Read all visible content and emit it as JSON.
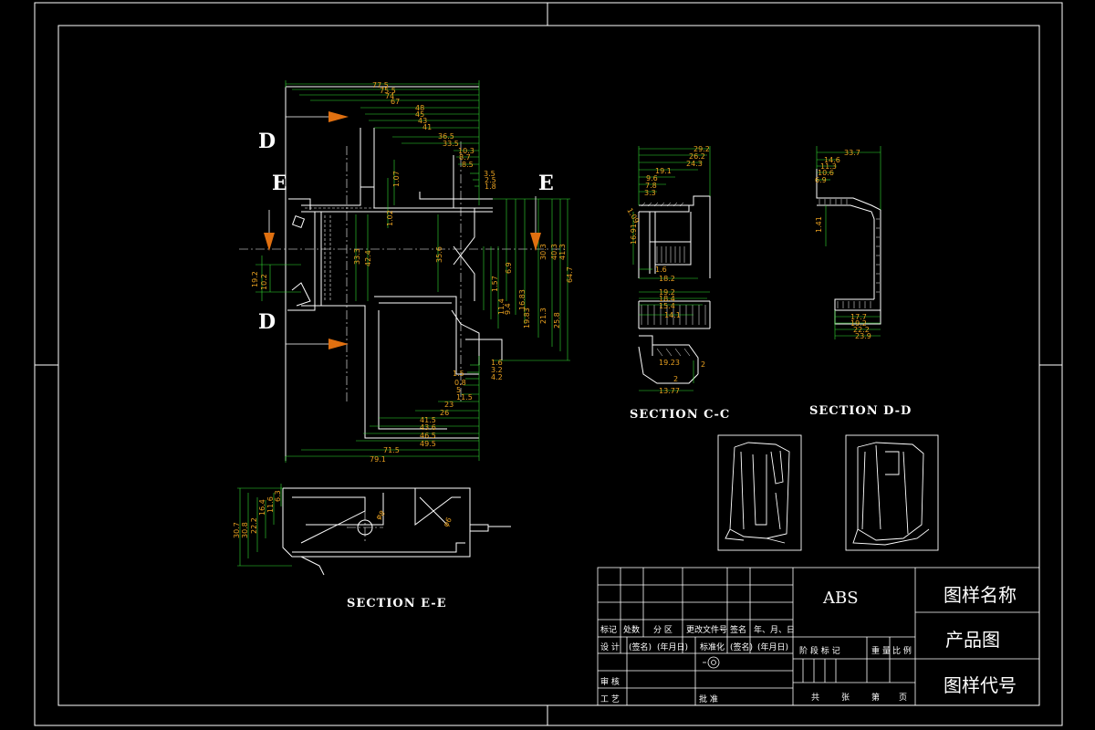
{
  "cut_labels": {
    "d": "D",
    "e": "E"
  },
  "sections": {
    "ee": "SECTION E-E",
    "cc": "SECTION C-C",
    "dd": "SECTION D-D"
  },
  "main_view": {
    "top_dims": [
      "77.5",
      "75.5",
      "74",
      "67",
      "48",
      "45",
      "43",
      "41",
      "36.5",
      "33.5",
      "10.3",
      "8.7",
      "8.5",
      "3.5",
      "2.5",
      "1.8"
    ],
    "bottom_dims": [
      "1.5",
      "1.6",
      "0.8",
      "3.2",
      "5",
      "4.2",
      "11.5",
      "23",
      "26",
      "41.5",
      "43.6",
      "46.5",
      "49.5",
      "71.5",
      "79.1"
    ],
    "right_dims": [
      "30.3",
      "40.3",
      "41.3",
      "64.7",
      "21.3",
      "25.8",
      "19.83",
      "16.83",
      "11.4",
      "9.4",
      "1.57"
    ],
    "left_dims": [
      "19.2",
      "10.2",
      "1.07",
      "1.02",
      "33.3",
      "42.4",
      "35.6",
      "6.9"
    ]
  },
  "cc_view": {
    "top_dims": [
      "29.2",
      "26.2",
      "24.3",
      "19.1",
      "9.6",
      "7.8",
      "3.3"
    ],
    "mid_dims": [
      "18.2",
      "1.6",
      "16.91",
      "1.09"
    ],
    "lower_dims": [
      "19.2",
      "18.4",
      "15.4",
      "14.1",
      "19.23",
      "13.77",
      "2",
      "2"
    ]
  },
  "dd_view": {
    "top_dims": [
      "33.7",
      "14.6",
      "11.3",
      "10.6",
      "6.9"
    ],
    "bottom_dims": [
      "17.7",
      "19.2",
      "22.2",
      "23.9"
    ],
    "side_dims": [
      "1.41"
    ]
  },
  "ee_view": {
    "dims": [
      "30.7",
      "30.8",
      "22.2",
      "16.4",
      "11.6",
      "6.3",
      "φ8",
      "φ6"
    ]
  },
  "title_block": {
    "material": "ABS",
    "drawing_name": "图样名称",
    "product": "产品图",
    "drawing_code": "图样代号",
    "row_header": [
      "标记",
      "处数",
      "分 区",
      "更改文件号",
      "签名",
      "年、月、日"
    ],
    "row_design": [
      "设 计",
      "(签名)",
      "(年月日)",
      "标准化",
      "(签名)",
      "(年月日)"
    ],
    "stage": [
      "阶 段 标 记",
      "重 量",
      "比 例"
    ],
    "review": "审 核",
    "process": "工 艺",
    "approve": "批 准",
    "sheets": [
      "共",
      "张",
      "第",
      "页"
    ]
  },
  "colors": {
    "background": "#000000",
    "outline": "#ffffff",
    "dimension": "#33dd33",
    "dim_text": "#e8a020",
    "center_line": "#ffffff",
    "arrow": "#e07010"
  }
}
